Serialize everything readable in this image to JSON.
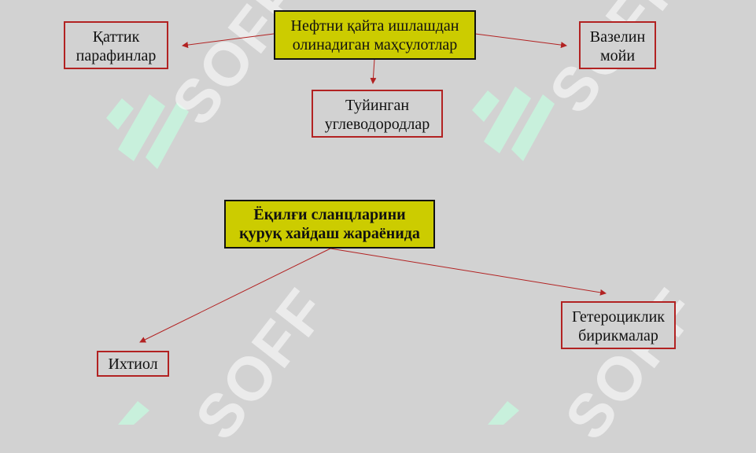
{
  "colors": {
    "background": "#d2d2d2",
    "box_border_red": "#b22222",
    "highlight_yellow": "#cccc00",
    "arrow": "#b22222",
    "watermark_green": "#c8f0dc"
  },
  "watermark": {
    "text": "SOFF"
  },
  "diagram1": {
    "center": {
      "line1": "Нефтни қайта ишлашдан",
      "line2": "олинадиган  маҳсулотлар"
    },
    "left": {
      "line1": "Қаттик",
      "line2": "парафинлар"
    },
    "right": {
      "line1": "Вазелин",
      "line2": "мойи"
    },
    "bottom": {
      "line1": "Туйинган",
      "line2": "углеводородлар"
    }
  },
  "diagram2": {
    "center": {
      "line1": "Ёқилғи сланцларини",
      "line2": "қуруқ хайдаш жараёнида"
    },
    "left": {
      "line1": "Ихтиол"
    },
    "right": {
      "line1": "Гетероциклик",
      "line2": "бирикмалар"
    }
  }
}
